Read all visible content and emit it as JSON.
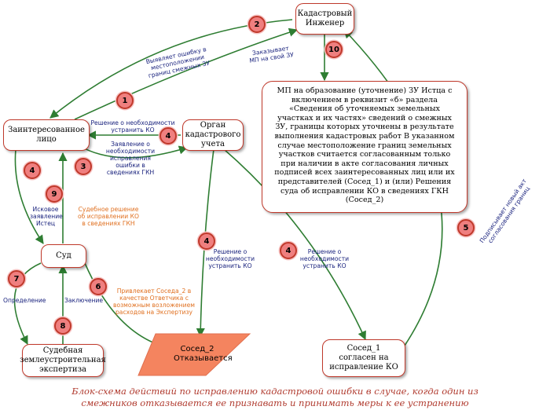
{
  "nodes": {
    "engineer": "Кадастровый Инженер",
    "interested": "Заинтересованное лицо",
    "registry": "Орган кадастрового учета",
    "court": "Суд",
    "expertise": "Судебная землеустроительная экспертиза",
    "neighbor2": "Сосед_2 Отказывается",
    "neighbor1": "Сосед_1 согласен на исправление КО",
    "mp_info": "МП на образование (уточнение) ЗУ Истца с включением в реквизит «б» раздела «Сведения об уточняемых земельных участках и их частях» сведений о смежных ЗУ, границы которых уточнены в результате выполнения кадастровых работ В указанном случае местоположение границ земельных участков считается согласованным только при наличии в акте согласования личных подписей всех заинтересованных лиц или их представителей (Сосед_1) и (или) Решения суда об исправлении КО в сведениях ГКН (Сосед_2)"
  },
  "edge_labels": {
    "e2": "Выявляет ошибку в местоположении границ смежных ЗУ",
    "e10": "Заказывает МП на свой ЗУ",
    "e4a": "Решение о необходимости устранить КО",
    "e3": "Заявление о необходимости исправления ошибки в сведениях ГКН",
    "e6a": "Исковое заявление Истец",
    "e9": "Судебное решение об исправлении КО в сведениях ГКН",
    "e4b": "Решение о необходимости устранить КО",
    "e4c": "Решение о необходимости устранить КО",
    "e5": "Подписывает новый акт согласования границ",
    "e7": "Определение",
    "e8": "Заключение",
    "e6b": "Привлекает Соседа_2 в качестве Ответчика с возможным возложением расходов на Экспертизу"
  },
  "badges": [
    "1",
    "2",
    "3",
    "4",
    "4",
    "4",
    "4",
    "5",
    "6",
    "6",
    "7",
    "8",
    "9",
    "10"
  ],
  "caption": "Блок-схема действий по исправлению кадастровой ошибки в случае, когда один из смежников отказывается ее признавать и принимать меры к ее устранению",
  "colors": {
    "arrow": "#2e7d32",
    "border": "#c0392b",
    "badge": "#ef7f7f",
    "neighbor2_fill": "#f4845f"
  }
}
